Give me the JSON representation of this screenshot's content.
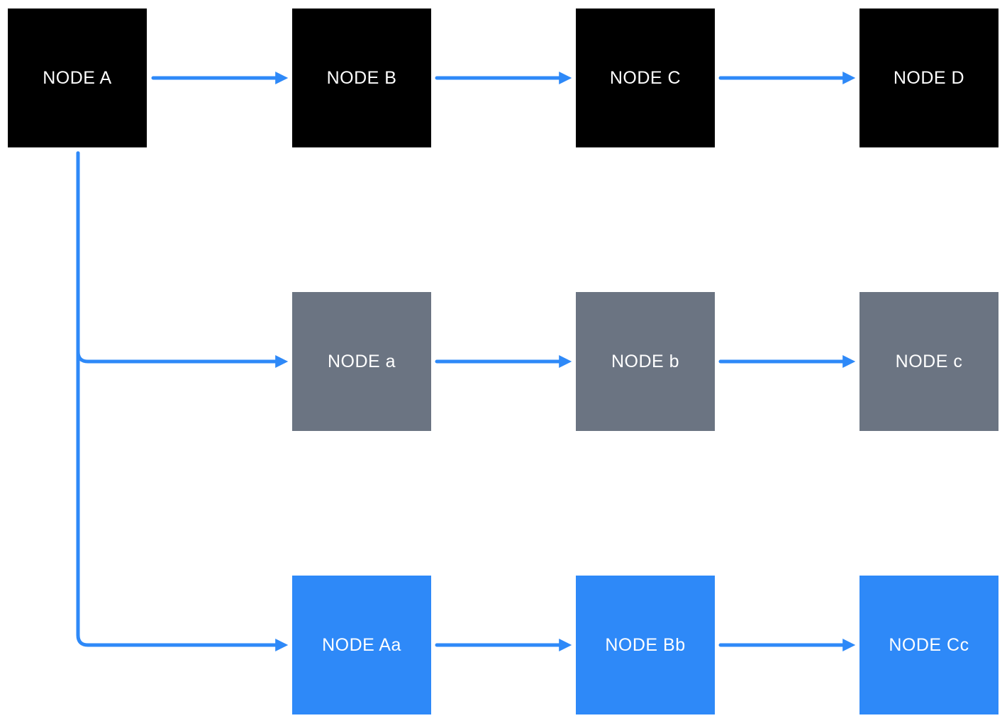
{
  "diagram": {
    "type": "flowchart",
    "orientation": "left-to-right with downward branches",
    "colors": {
      "background": "#FFFFFF",
      "edge": "#2E89F8",
      "node_black": "#000000",
      "node_gray": "#6B7482",
      "node_blue": "#2E89F8",
      "node_text": "#FFFFFF"
    },
    "nodes": [
      {
        "id": "A",
        "label": "NODE A",
        "variant": "black",
        "row": 1,
        "col": 1
      },
      {
        "id": "B",
        "label": "NODE B",
        "variant": "black",
        "row": 1,
        "col": 2
      },
      {
        "id": "C",
        "label": "NODE C",
        "variant": "black",
        "row": 1,
        "col": 3
      },
      {
        "id": "D",
        "label": "NODE D",
        "variant": "black",
        "row": 1,
        "col": 4
      },
      {
        "id": "a",
        "label": "NODE a",
        "variant": "gray",
        "row": 2,
        "col": 2
      },
      {
        "id": "b",
        "label": "NODE b",
        "variant": "gray",
        "row": 2,
        "col": 3
      },
      {
        "id": "c",
        "label": "NODE c",
        "variant": "gray",
        "row": 2,
        "col": 4
      },
      {
        "id": "Aa",
        "label": "NODE Aa",
        "variant": "blue",
        "row": 3,
        "col": 2
      },
      {
        "id": "Bb",
        "label": "NODE Bb",
        "variant": "blue",
        "row": 3,
        "col": 3
      },
      {
        "id": "Cc",
        "label": "NODE Cc",
        "variant": "blue",
        "row": 3,
        "col": 4
      }
    ],
    "edges": [
      {
        "from": "NODE A",
        "to": "NODE B",
        "style": "straight-right"
      },
      {
        "from": "NODE B",
        "to": "NODE C",
        "style": "straight-right"
      },
      {
        "from": "NODE C",
        "to": "NODE D",
        "style": "straight-right"
      },
      {
        "from": "NODE A",
        "to": "NODE a",
        "style": "down-then-right"
      },
      {
        "from": "NODE a",
        "to": "NODE b",
        "style": "straight-right"
      },
      {
        "from": "NODE b",
        "to": "NODE c",
        "style": "straight-right"
      },
      {
        "from": "NODE A",
        "to": "NODE Aa",
        "style": "down-then-right"
      },
      {
        "from": "NODE Aa",
        "to": "NODE Bb",
        "style": "straight-right"
      },
      {
        "from": "NODE Bb",
        "to": "NODE Cc",
        "style": "straight-right"
      }
    ]
  }
}
